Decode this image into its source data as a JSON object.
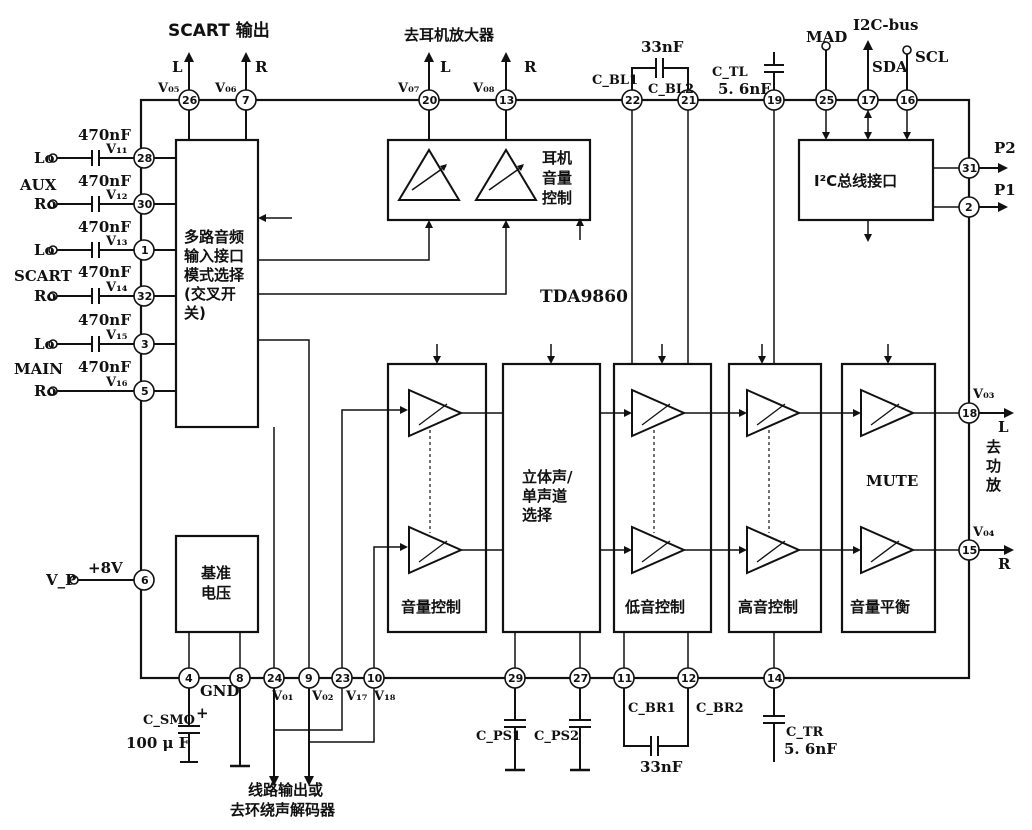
{
  "title": {
    "scart_output": "SCART 输出",
    "headphone_amp": "去耳机放大器",
    "chip": "TDA9860",
    "i2c_bus": "I2C-bus",
    "line_out": "线路输出或",
    "surround": "去环绕声解码器",
    "to_amp": [
      "去",
      "功",
      "放"
    ]
  },
  "blocks": {
    "input_select": [
      "多路音频",
      "输入接口",
      "模式选择",
      "(交叉开",
      "关)"
    ],
    "headphone_vol": [
      "耳机",
      "音量",
      "控制"
    ],
    "i2c": "I²C总线接口",
    "reference": [
      "基准",
      "电压"
    ],
    "vol_ctrl": "音量控制",
    "stereo_mono": [
      "立体声/",
      "单声道",
      "选择"
    ],
    "bass_ctrl": "低音控制",
    "treble_ctrl": "高音控制",
    "mute": "MUTE",
    "balance": "音量平衡"
  },
  "inputs": [
    {
      "group": "",
      "ch": "Lo",
      "cap": "470nF",
      "v": "V₁₁",
      "pin": "28"
    },
    {
      "group": "AUX",
      "ch": "Ro",
      "cap": "470nF",
      "v": "V₁₂",
      "pin": "30"
    },
    {
      "group": "",
      "ch": "Lo",
      "cap": "470nF",
      "v": "V₁₃",
      "pin": "1"
    },
    {
      "group": "SCART",
      "ch": "Ro",
      "cap": "470nF",
      "v": "V₁₄",
      "pin": "32"
    },
    {
      "group": "",
      "ch": "Lo",
      "cap": "470nF",
      "v": "V₁₅",
      "pin": "3"
    },
    {
      "group": "MAIN",
      "ch": "Ro",
      "cap": "",
      "v": "V₁₆",
      "pin": "5"
    }
  ],
  "top_pins": [
    {
      "pin": "26",
      "label": "V₀₅",
      "dir": "L"
    },
    {
      "pin": "7",
      "label": "V₀₆",
      "dir": "R"
    },
    {
      "pin": "20",
      "label": "V₀₇",
      "dir": "L"
    },
    {
      "pin": "13",
      "label": "V₀₈",
      "dir": "R"
    },
    {
      "pin": "22",
      "label": "C_BL1",
      "dir": ""
    },
    {
      "pin": "21",
      "label": "C_BL2",
      "dir": ""
    },
    {
      "pin": "19",
      "label": "C_TL",
      "dir": ""
    },
    {
      "pin": "25",
      "label": "MAD",
      "dir": ""
    },
    {
      "pin": "17",
      "label": "SDA",
      "dir": ""
    },
    {
      "pin": "16",
      "label": "SCL",
      "dir": ""
    }
  ],
  "bottom_pins": [
    {
      "pin": "4",
      "label": ""
    },
    {
      "pin": "8",
      "label": "GND"
    },
    {
      "pin": "24",
      "label": "V₀₁"
    },
    {
      "pin": "9",
      "label": "V₀₂"
    },
    {
      "pin": "23",
      "label": "V₁₇"
    },
    {
      "pin": "10",
      "label": "V₁₈"
    },
    {
      "pin": "29",
      "label": "C_PS1"
    },
    {
      "pin": "27",
      "label": "C_PS2"
    },
    {
      "pin": "11",
      "label": "C_BR1"
    },
    {
      "pin": "12",
      "label": "C_BR2"
    },
    {
      "pin": "14",
      "label": "C_TR"
    }
  ],
  "right_pins": [
    {
      "pin": "31",
      "label": "P2"
    },
    {
      "pin": "2",
      "label": "P1"
    },
    {
      "pin": "18",
      "label": "V₀₃",
      "dir": "L"
    },
    {
      "pin": "15",
      "label": "V₀₄",
      "dir": "R"
    }
  ],
  "supply": {
    "pin": "6",
    "label": "V_P",
    "value": "+8V"
  },
  "components": {
    "bl_cap": "33nF",
    "tl_cap": "5. 6nF",
    "br_cap": "33nF",
    "tr_cap": "5. 6nF",
    "smo_cap": "100 μ F",
    "smo_label": "C_SMO"
  }
}
